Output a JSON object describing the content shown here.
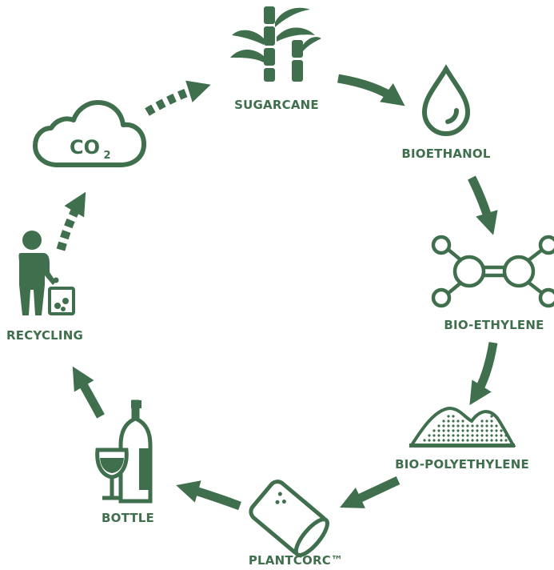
{
  "colors": {
    "primary": "#3f6f4c",
    "background": "#ffffff"
  },
  "nodes": [
    {
      "label": "SUGARCANE",
      "icon": "sugarcane-icon"
    },
    {
      "label": "BIOETHANOL",
      "icon": "droplet-icon"
    },
    {
      "label": "BIO-ETHYLENE",
      "icon": "molecule-icon"
    },
    {
      "label": "BIO-POLYETHYLENE",
      "icon": "pellet-pile-icon"
    },
    {
      "label": "PLANTCORC™",
      "icon": "cork-stopper-icon"
    },
    {
      "label": "BOTTLE",
      "icon": "bottle-and-glass-icon"
    },
    {
      "label": "RECYCLING",
      "icon": "person-recycling-icon"
    },
    {
      "label": "",
      "icon": "co2-cloud-icon"
    }
  ],
  "co2": {
    "text": "CO",
    "subscript": "2"
  }
}
